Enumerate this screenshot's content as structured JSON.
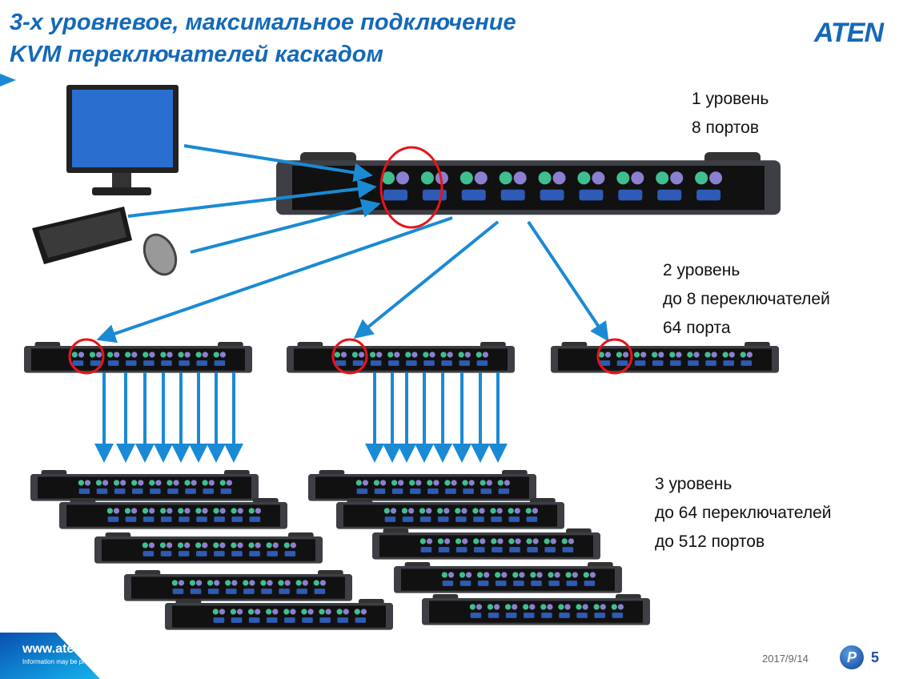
{
  "title": {
    "line1": "3-х уровневое, максимальное подключение",
    "line2": "KVM переключателей каскадом"
  },
  "logo": "ATEN",
  "levels": [
    {
      "line1": "1 уровень",
      "line2": "8 портов"
    },
    {
      "line1": "2 уровень",
      "line2": "до 8  переключателей",
      "line3": "64 порта"
    },
    {
      "line1": "3 уровень",
      "line2": "до 64   переключателей",
      "line3": "до 512 портов"
    }
  ],
  "footer": {
    "url": "www.aten.com",
    "note": "Information may be privileged",
    "date": "2017/9/14",
    "page": "5",
    "page_icon": "P"
  },
  "colors": {
    "accent": "#1469b8",
    "arrow": "#1a8ad4",
    "highlight": "#e8141a"
  }
}
